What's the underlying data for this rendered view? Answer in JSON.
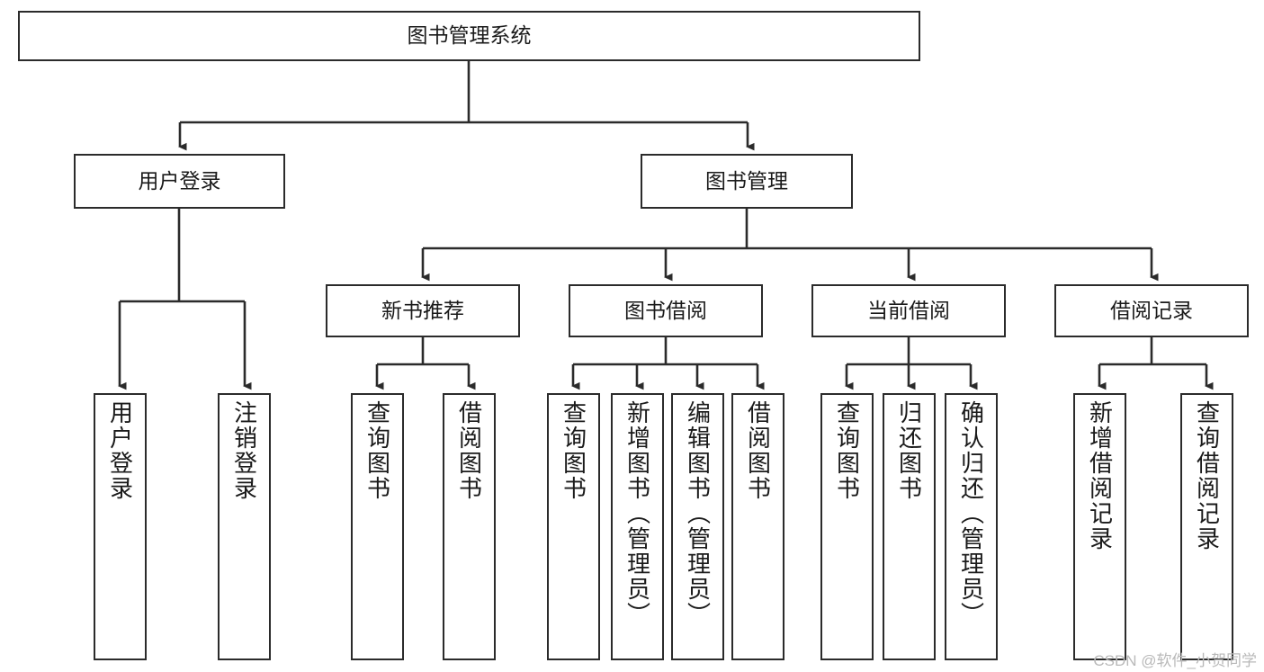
{
  "diagram": {
    "type": "hierarchy-tree",
    "title": "图书管理系统",
    "watermark": "CSDN @软件_小贺同学",
    "colors": {
      "stroke": "#2b2b2b",
      "fill": "#ffffff",
      "text": "#1a1a1a",
      "watermark": "#b9b9b9"
    },
    "nodes": {
      "root": {
        "label": "图书管理系统"
      },
      "level2": [
        {
          "id": "user-login",
          "label": "用户登录"
        },
        {
          "id": "book-manage",
          "label": "图书管理"
        }
      ],
      "level3": [
        {
          "id": "new-book-rec",
          "label": "新书推荐"
        },
        {
          "id": "book-borrow",
          "label": "图书借阅"
        },
        {
          "id": "current-borrow",
          "label": "当前借阅"
        },
        {
          "id": "borrow-record",
          "label": "借阅记录"
        }
      ],
      "leaves": {
        "user-login": [
          {
            "id": "leaf-user-login",
            "label": "用户登录"
          },
          {
            "id": "leaf-logout",
            "label": "注销登录"
          }
        ],
        "new-book-rec": [
          {
            "id": "leaf-query-book-1",
            "label": "查询图书"
          },
          {
            "id": "leaf-borrow-book-1",
            "label": "借阅图书"
          }
        ],
        "book-borrow": [
          {
            "id": "leaf-query-book-2",
            "label": "查询图书"
          },
          {
            "id": "leaf-add-book",
            "label": "新增图书（管理员）"
          },
          {
            "id": "leaf-edit-book",
            "label": "编辑图书（管理员）"
          },
          {
            "id": "leaf-borrow-book-2",
            "label": "借阅图书"
          }
        ],
        "current-borrow": [
          {
            "id": "leaf-query-book-3",
            "label": "查询图书"
          },
          {
            "id": "leaf-return-book",
            "label": "归还图书"
          },
          {
            "id": "leaf-confirm-return",
            "label": "确认归还（管理员）"
          }
        ],
        "borrow-record": [
          {
            "id": "leaf-add-record",
            "label": "新增借阅记录"
          },
          {
            "id": "leaf-query-record",
            "label": "查询借阅记录"
          }
        ]
      }
    }
  }
}
